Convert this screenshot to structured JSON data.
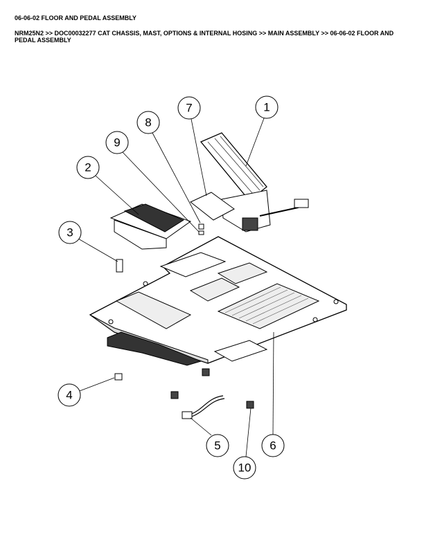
{
  "page": {
    "title": "06-06-02 FLOOR AND PEDAL ASSEMBLY",
    "breadcrumb": "NRM25N2 >> DOC00032277 CAT CHASSIS, MAST, OPTIONS & INTERNAL HOSING >> MAIN ASSEMBLY >> 06-06-02 FLOOR AND PEDAL ASSEMBLY"
  },
  "diagram": {
    "callouts": [
      {
        "id": "c1",
        "label": "1"
      },
      {
        "id": "c2",
        "label": "2"
      },
      {
        "id": "c3",
        "label": "3"
      },
      {
        "id": "c4",
        "label": "4"
      },
      {
        "id": "c5",
        "label": "5"
      },
      {
        "id": "c6",
        "label": "6"
      },
      {
        "id": "c7",
        "label": "7"
      },
      {
        "id": "c8",
        "label": "8"
      },
      {
        "id": "c9",
        "label": "9"
      },
      {
        "id": "c10",
        "label": "10"
      }
    ]
  }
}
